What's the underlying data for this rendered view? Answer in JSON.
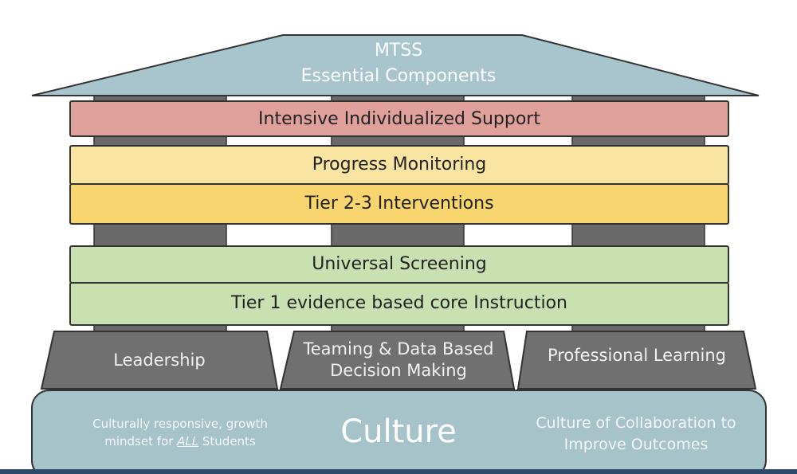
{
  "roof": {
    "line1": "MTSS",
    "line2": "Essential Components"
  },
  "bands": {
    "intensive": "Intensive Individualized Support",
    "progress": "Progress Monitoring",
    "tier23": "Tier 2-3 Interventions",
    "screening": "Universal Screening",
    "tier1": "Tier 1 evidence based core Instruction"
  },
  "pillars": {
    "leadership": "Leadership",
    "teaming": "Teaming & Data Based Decision Making",
    "professional": "Professional Learning"
  },
  "base": {
    "title": "Culture",
    "left_line1": "Culturally responsive,  growth",
    "left_line2_prefix": "mindset for ",
    "left_line2_emph": "ALL",
    "left_line2_suffix": " Students",
    "right": "Culture of Collaboration to Improve Outcomes"
  },
  "colors": {
    "roof": "#a8c4cc",
    "intensive": "#e0a19c",
    "progress": "#f9e4a2",
    "tier23": "#f8d56f",
    "green": "#c9e0b1",
    "pillar": "#707070",
    "base": "#a6c3c9"
  }
}
